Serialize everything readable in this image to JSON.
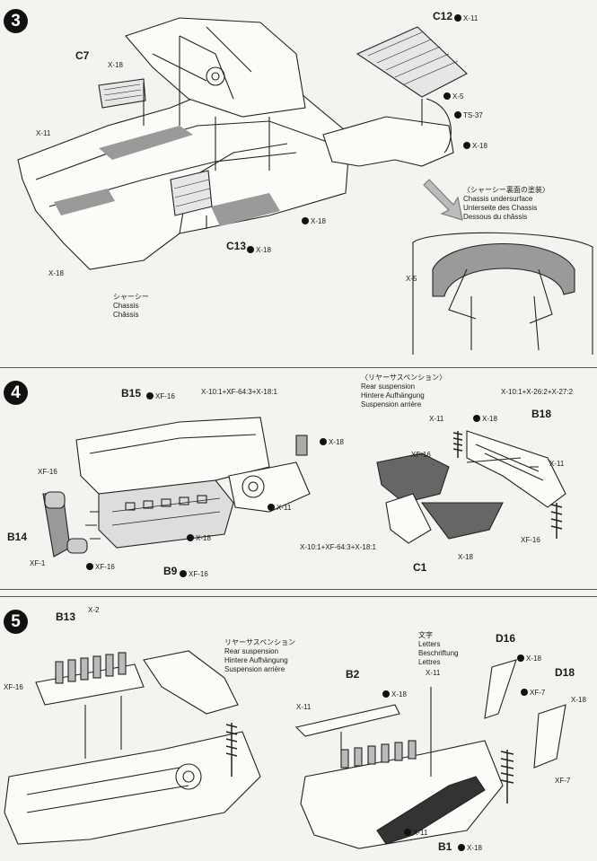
{
  "steps": {
    "s3": {
      "number": "3",
      "labels": {
        "c12": "C12",
        "c7": "C7",
        "c13": "C13",
        "x11_top": "X-11",
        "x18_c7": "X-18",
        "x5_top": "X-5",
        "ts37": "TS-37",
        "x18_right": "X-18",
        "x11_left": "X-11",
        "x18_center": "X-18",
        "x18_c13": "X-18",
        "x18_bottom": "X-18",
        "x5_inset": "X-5"
      },
      "chassis_caption": {
        "jp": "シャーシー",
        "en": "Chassis",
        "fr": "Châssis"
      },
      "underside_caption": {
        "jp": "〈シャーシー裏面の塗装〉",
        "en": "Chassis undersurface",
        "de": "Unterseite des Chassis",
        "fr": "Dessous du châssis"
      }
    },
    "s4": {
      "number": "4",
      "labels": {
        "b15": "B15",
        "xf16_b15": "XF-16",
        "mix_top": "X-10:1+XF-64:3+X-18:1",
        "x18_pipe": "X-18",
        "xf16_left": "XF-16",
        "b14": "B14",
        "xf1": "XF-1",
        "xf16_bottom": "XF-16",
        "x11_gear": "X-11",
        "x18_engine": "X-18",
        "b9": "B9",
        "xf16_b9": "XF-16",
        "b18": "B18",
        "mix_rear": "X-10:1+X-26:2+X-27:2",
        "x11_rs": "X-11",
        "x18_rs": "X-18",
        "xf16_rs": "XF-16",
        "x11_rs2": "X-11",
        "x18_rs2": "X-18",
        "xf16_rs2": "XF-16",
        "mix_bottom": "X-10:1+XF-64:3+X-18:1",
        "c1": "C1"
      },
      "rear_caption": {
        "jp": "〈リヤーサスペンション〉",
        "en": "Rear suspension",
        "de": "Hintere Aufhängung",
        "fr": "Suspension arrière"
      }
    },
    "s5": {
      "number": "5",
      "labels": {
        "b13": "B13",
        "x2": "X-2",
        "xf16": "XF-16",
        "b2": "B2",
        "x18_b2": "X-18",
        "x11_left": "X-11",
        "x11_letters": "X-11",
        "d16": "D16",
        "x18_d16": "X-18",
        "xf7_d16": "XF-7",
        "d18": "D18",
        "x18_d18": "X-18",
        "xf7_d18": "XF-7",
        "x11_bottom": "X-11",
        "b1": "B1",
        "x18_b1": "X-18"
      },
      "rear_caption": {
        "jp": "リヤーサスペンション",
        "en": "Rear suspension",
        "de": "Hintere Aufhängung",
        "fr": "Suspension arrière"
      },
      "letters_caption": {
        "jp": "文字",
        "en": "Letters",
        "de": "Beschriftung",
        "fr": "Lettres"
      }
    }
  }
}
